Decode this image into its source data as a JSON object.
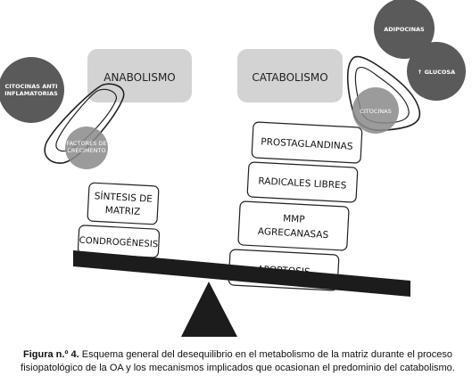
{
  "anabolism": {
    "title": "ANABOLISMO",
    "circles": {
      "anti_inflammatory": [
        "CITOCINAS ANTI",
        "INFLAMATORIAS"
      ],
      "growth_factors": [
        "FACTORES DE",
        "CRECIMENTO"
      ]
    },
    "boxes": [
      [
        "SÍNTESIS DE",
        "MATRIZ"
      ],
      [
        "CONDROGÉNESIS"
      ]
    ]
  },
  "catabolism": {
    "title": "CATABOLISMO",
    "circles": {
      "adipokines": [
        "ADIPOCINAS"
      ],
      "glucose": [
        "↑ GLUCOSA"
      ],
      "cytokines": [
        "CITOCINAS"
      ]
    },
    "boxes": [
      [
        "PROSTAGLANDINAS"
      ],
      [
        "RADICALES LIBRES"
      ],
      [
        "MMP",
        "AGRECANASAS"
      ],
      [
        "APOPTOSIS"
      ]
    ]
  },
  "caption": {
    "label": "Figura n.º 4.",
    "text": "Esquema general del desequilibrio en el metabolismo de la matriz durante el proceso fisiopatológico de la OA y los mecanismos implicados que ocasionan el predominio del catabolismo."
  },
  "colors": {
    "title_box": "#d3d3d3",
    "dark_circle": "#5a5a5a",
    "light_circle": "#8a8a8a",
    "beam": "#1c1c1c",
    "outline": "#222222"
  }
}
